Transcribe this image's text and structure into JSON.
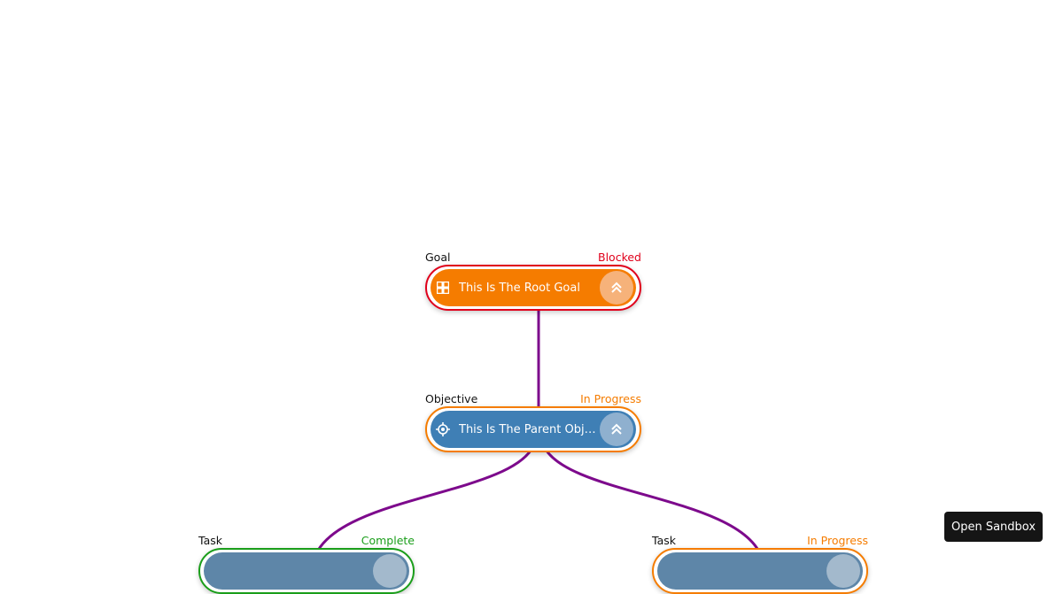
{
  "nodes": [
    {
      "type": "Goal",
      "status": "Blocked",
      "status_color": "#e0001b",
      "title": "This Is The Root Goal",
      "fill": "#f57c00",
      "icon": "goal-icon",
      "button": "collapse-up-icon"
    },
    {
      "type": "Objective",
      "status": "In Progress",
      "status_color": "#f57c00",
      "title": "This Is The Parent Objective",
      "fill": "#3f7fb5",
      "icon": "target-icon",
      "button": "collapse-up-icon"
    },
    {
      "type": "Task",
      "status": "Complete",
      "status_color": "#1a9e1a",
      "title": "",
      "fill": "#5e86a8",
      "icon": "task-icon",
      "button": "collapse-up-icon"
    },
    {
      "type": "Task",
      "status": "In Progress",
      "status_color": "#f57c00",
      "title": "",
      "fill": "#5e86a8",
      "icon": "task-icon",
      "button": "collapse-up-icon"
    }
  ],
  "edge_color": "#7d0a8c",
  "sandbox_button": "Open Sandbox"
}
